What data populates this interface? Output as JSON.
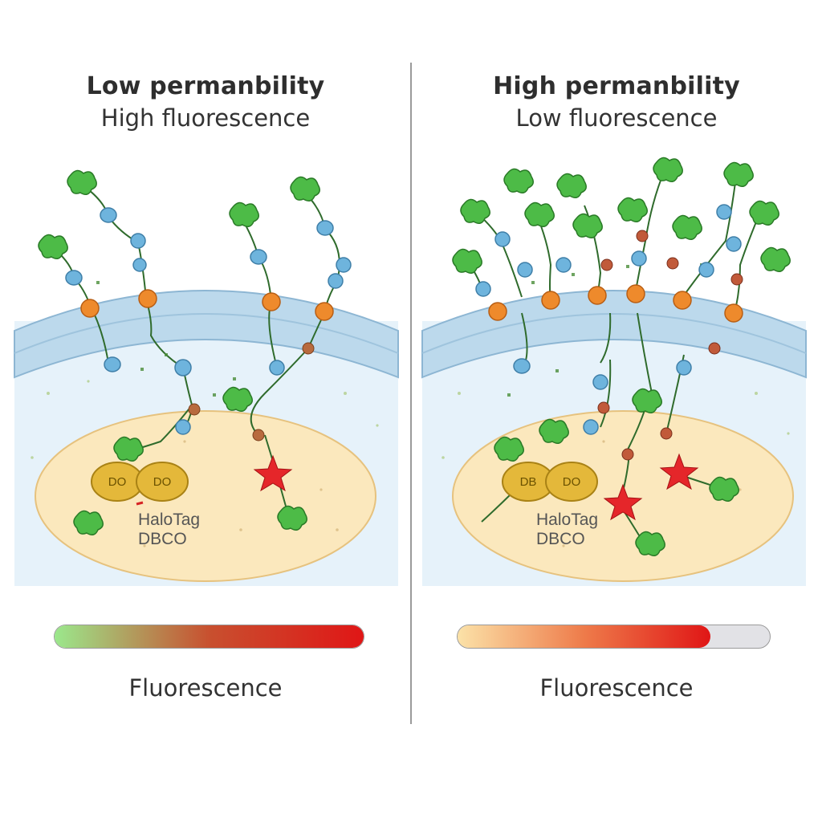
{
  "panels": [
    {
      "title": "Low permanbility",
      "subtitle": "High fluorescence",
      "bead_labels": [
        "DO",
        "DO"
      ],
      "halo_label": "HaloTag",
      "dbco_label": "DBCO",
      "bar_label": "Fluorescence",
      "bar_level": 1.0,
      "bar_gradient": [
        "#9be88c",
        "#c8502f",
        "#e01616"
      ]
    },
    {
      "title": "High permanbility",
      "subtitle": "Low fluorescence",
      "bead_labels": [
        "DB",
        "DO"
      ],
      "halo_label": "HaloTag",
      "dbco_label": "DBCO",
      "bar_label": "Fluorescence",
      "bar_level": 0.81,
      "bar_gradient": [
        "#fbe2a8",
        "#ee7b4a",
        "#e01616"
      ]
    }
  ],
  "colors": {
    "membrane": "#bcd9ec",
    "membrane_edge": "#8db6d3",
    "cytoplasm": "#e6f2fa",
    "nucleus": "#fbe8bd",
    "nucleus_edge": "#e6c27e",
    "gold_bead": "#e4b83a",
    "star": "#e5262a",
    "orange_node": "#ee8a2c",
    "blue_node": "#6eb4dd",
    "leaf": "#4dbb47"
  },
  "icons": [
    "leaf-molecule-icon",
    "star-fluorophore-icon"
  ]
}
